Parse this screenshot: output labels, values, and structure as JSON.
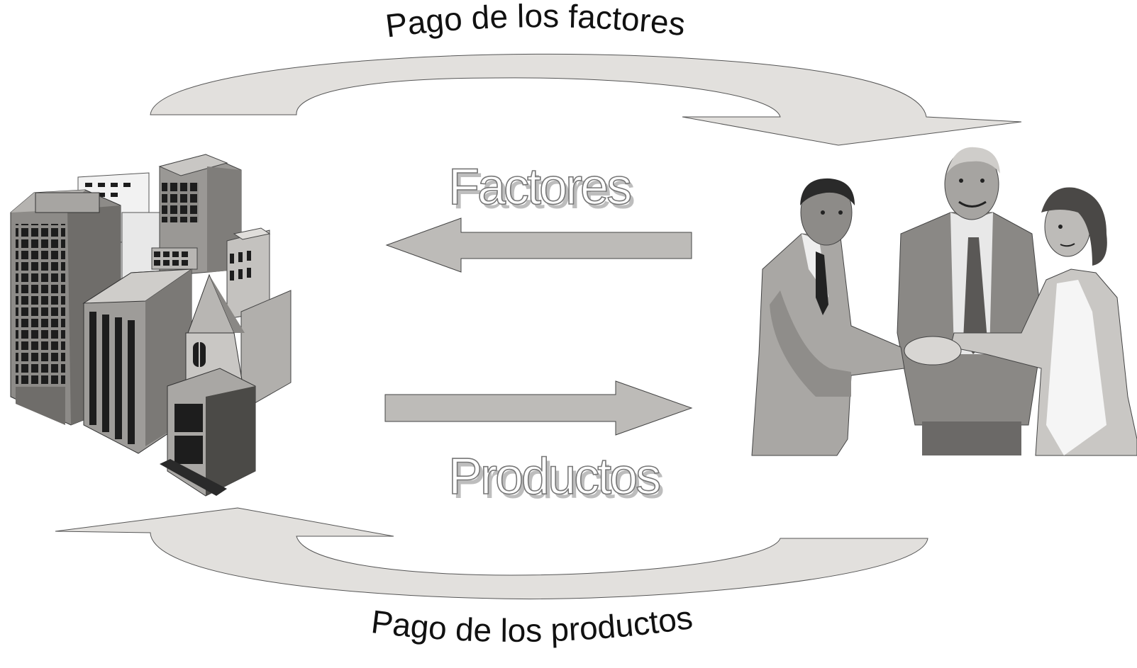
{
  "diagram": {
    "top_flow_label": "Pago de los factores",
    "bottom_flow_label": "Pago de los productos",
    "left_arrow_label": "Factores",
    "right_arrow_label": "Productos",
    "left_entity_icon": "office-buildings-icon",
    "right_entity_icon": "people-handshake-icon"
  },
  "colors": {
    "arrow_fill": "#bdbbb8",
    "curve_fill": "#e2e0dd",
    "background": "#ffffff"
  }
}
